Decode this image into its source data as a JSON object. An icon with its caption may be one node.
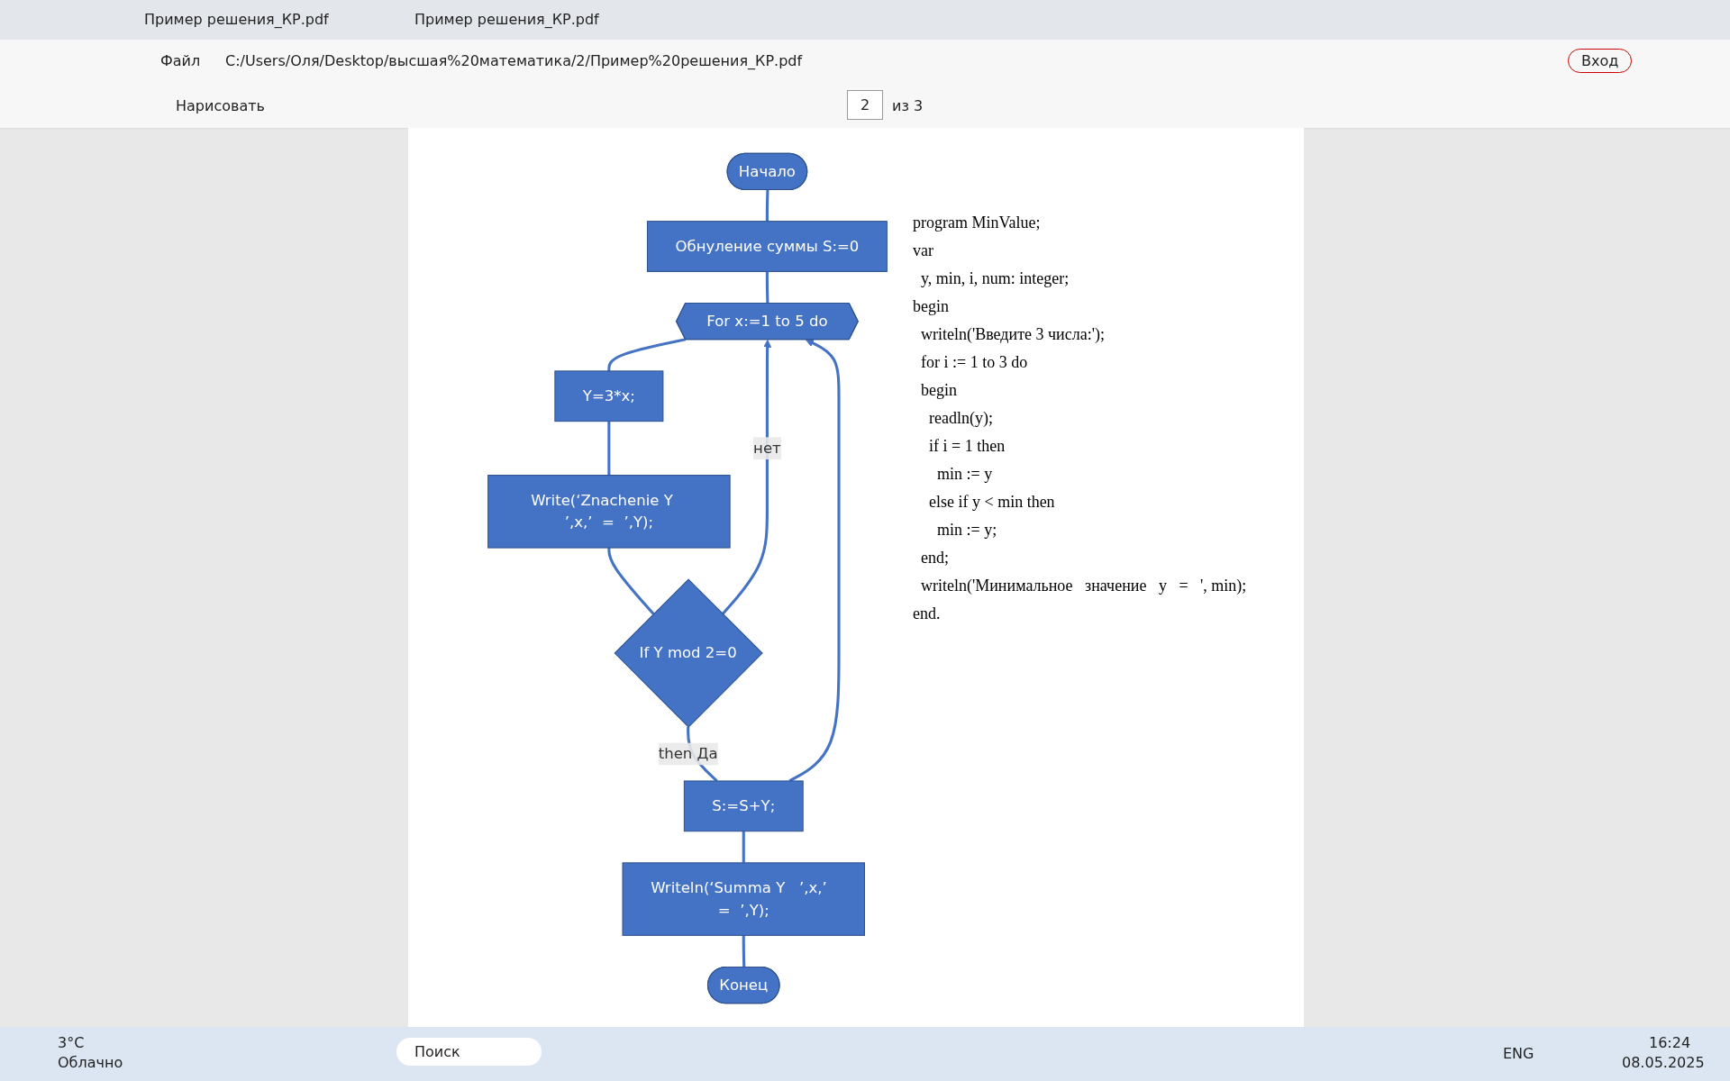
{
  "diagram": {
    "nodes": [
      {
        "text": [
          "Начало"
        ]
      },
      {
        "text": [
          "Обнуление суммы S:=0"
        ]
      },
      {
        "text": [
          "For x:=1 to 5 do"
        ]
      },
      {
        "text": [
          "Y=3*x;"
        ]
      },
      {
        "text": [
          "Write(‘Znachenie Y   ’,x,’  =  ’,Y);"
        ]
      },
      {
        "text": [
          "If Y mod 2=0"
        ]
      },
      {
        "text": [
          "S:=S+Y;"
        ]
      },
      {
        "text": [
          "Writeln(‘Summa Y   ’,x,’  =  ’,Y);"
        ]
      },
      {
        "text": [
          "Конец"
        ]
      }
    ],
    "edges": [
      {
        "from": 0,
        "to": 1,
        "arrow": "none"
      },
      {
        "from": 1,
        "to": 2,
        "arrow": "none"
      },
      {
        "from": 2,
        "to": 3,
        "arrow": "none"
      },
      {
        "from": 3,
        "to": 4,
        "arrow": "none"
      },
      {
        "from": 4,
        "to": 5,
        "arrow": "none"
      },
      {
        "from": 5,
        "to": 2,
        "arrow": "to",
        "label": "нет"
      },
      {
        "from": 5,
        "to": 6,
        "arrow": "none",
        "label": "then  Да"
      },
      {
        "from": 6,
        "to": 2,
        "arrow": "to"
      },
      {
        "from": 6,
        "to": 7,
        "arrow": "none"
      },
      {
        "from": 7,
        "to": 8,
        "arrow": "none"
      }
    ],
    "labels": [
      "Пример решения_КР.pdf",
      "Пример решения_КР.pdf",
      "Файл",
      "C:/Users/Оля/Desktop/высшая%20математика/2/Пример%20решения_КР.pdf",
      "Вход",
      "Нарисовать",
      "2",
      "из 3",
      "program MinValue;",
      "var",
      "y, min, i, num: integer;",
      "begin",
      "writeln('Введите 3 числа:');",
      "for i := 1 to 3 do",
      "begin",
      "readln(y);",
      "if i = 1 then",
      "min := y",
      "else if y < min then",
      "min := y;",
      "end;",
      "writeln('Минимальное   значение   y   =   ', min);",
      "end.",
      "3°C",
      "Облачно",
      "Поиск",
      "ENG",
      "16:24",
      "08.05.2025"
    ]
  }
}
